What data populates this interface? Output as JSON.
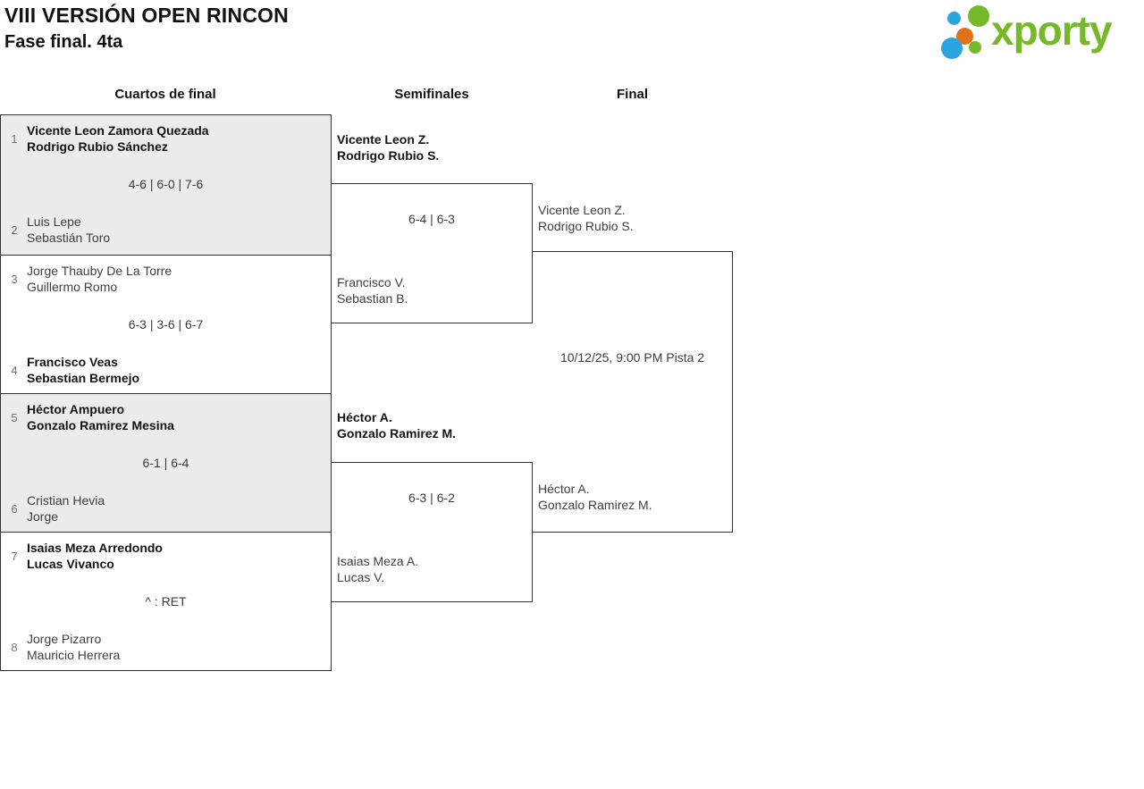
{
  "header": {
    "title_line1": "VIII VERSIÓN OPEN RINCON",
    "title_line2": "Fase final. 4ta"
  },
  "logo": {
    "text": "xporty"
  },
  "columns": {
    "quarterfinals": "Cuartos de final",
    "semifinals": "Semifinales",
    "final": "Final"
  },
  "quarterfinals": [
    {
      "seed1": "1",
      "team1_line1": "Vicente Leon Zamora Quezada",
      "team1_line2": "Rodrigo Rubio Sánchez",
      "score": "4-6 | 6-0 | 7-6",
      "seed2": "2",
      "team2_line1": "Luis Lepe",
      "team2_line2": "Sebastián Toro"
    },
    {
      "seed1": "3",
      "team1_line1": "Jorge Thauby De La Torre",
      "team1_line2": "Guillermo Romo",
      "score": "6-3 | 3-6 | 6-7",
      "seed2": "4",
      "team2_line1": "Francisco Veas",
      "team2_line2": "Sebastian Bermejo"
    },
    {
      "seed1": "5",
      "team1_line1": "Héctor Ampuero",
      "team1_line2": "Gonzalo Ramirez Mesina",
      "score": "6-1 | 6-4",
      "seed2": "6",
      "team2_line1": "Cristian Hevia",
      "team2_line2": "Jorge"
    },
    {
      "seed1": "7",
      "team1_line1": "Isaias Meza Arredondo",
      "team1_line2": "Lucas Vivanco",
      "score": "^ : RET",
      "seed2": "8",
      "team2_line1": "Jorge Pizarro",
      "team2_line2": "Mauricio Herrera"
    }
  ],
  "semifinals": [
    {
      "team1_line1": "Vicente Leon Z.",
      "team1_line2": "Rodrigo Rubio S.",
      "score": "6-4 | 6-3",
      "team2_line1": "Francisco V.",
      "team2_line2": "Sebastian B."
    },
    {
      "team1_line1": "Héctor A.",
      "team1_line2": "Gonzalo Ramirez M.",
      "score": "6-3 | 6-2",
      "team2_line1": "Isaias Meza A.",
      "team2_line2": "Lucas V."
    }
  ],
  "final": {
    "team1_line1": "Vicente Leon Z.",
    "team1_line2": "Rodrigo Rubio S.",
    "schedule": "10/12/25, 9:00 PM Pista 2",
    "team2_line1": "Héctor A.",
    "team2_line2": "Gonzalo Ramirez M."
  },
  "colors": {
    "brand_green": "#76b82a",
    "dot_blue": "#2aa5df",
    "dot_orange": "#e0711a",
    "box_shade": "#ececec",
    "border": "#333333"
  }
}
